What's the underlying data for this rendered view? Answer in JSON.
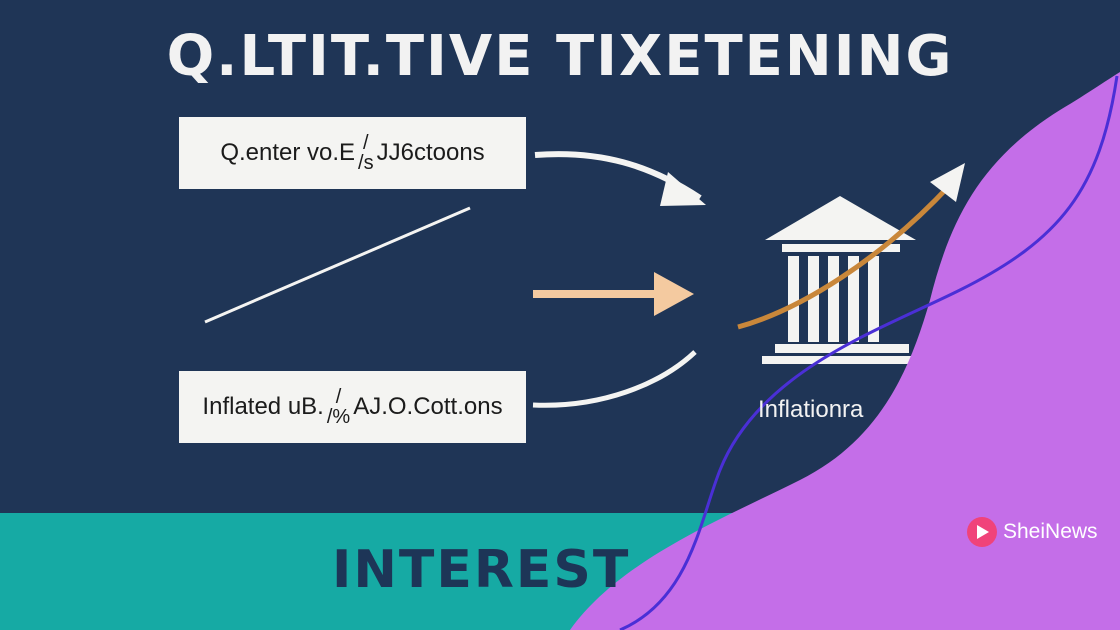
{
  "title": "Q.LTIT.TIVE TIXETENING",
  "boxes": {
    "top": {
      "text_before": "Q.enter vo.E",
      "frac_num": "/",
      "frac_den": "/s",
      "text_after": "JJ6ctoons"
    },
    "bottom": {
      "text_before": "Inflated uB.",
      "frac_num": "/",
      "frac_den": "/%",
      "text_after": "AJ.O.Cott.ons"
    }
  },
  "institution_label": "Inflationra",
  "band_label": "INTEREST",
  "brand": {
    "name": "SheiNews",
    "icon": "play-icon"
  },
  "colors": {
    "background": "#1f3556",
    "teal": "#16aaa4",
    "purple": "#c46ee8",
    "purple_line": "#4a2fd6",
    "arrow_orange": "#c9873a",
    "arrow_peach": "#f4caa0",
    "white": "#f4f4f2"
  }
}
